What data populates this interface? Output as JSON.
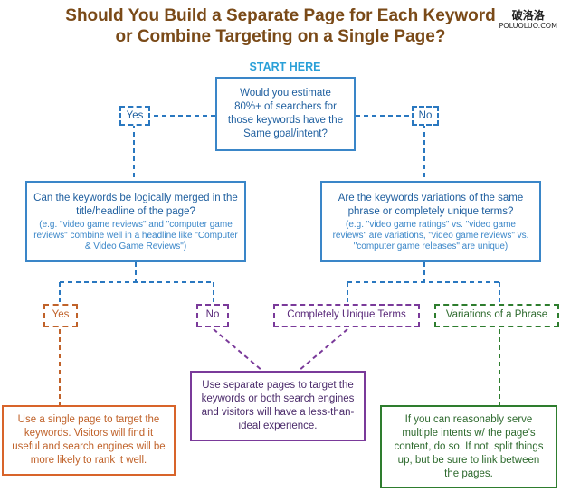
{
  "title": {
    "line1": "Should You Build a Separate Page for Each Keyword",
    "line2": "or Combine Targeting on a Single Page?"
  },
  "watermark": {
    "line1": "破洛洛",
    "line2": "POLUOLUO.COM"
  },
  "start_label": "START HERE",
  "q1": {
    "text": "Would you estimate 80%+ of searchers for those keywords have the Same goal/intent?"
  },
  "q1_yes": "Yes",
  "q1_no": "No",
  "q2": {
    "text": "Can the keywords be logically merged in the title/headline of the page?",
    "example": "(e.g. \"video game reviews\" and \"computer game reviews\" combine well in a headline like \"Computer & Video Game Reviews\")"
  },
  "q3": {
    "text": "Are the keywords variations of the same phrase or completely unique terms?",
    "example": "(e.g. \"video game ratings\" vs. \"video game reviews\" are variations, \"video game reviews\" vs. \"computer game releases\" are unique)"
  },
  "q2_yes": "Yes",
  "q2_no": "No",
  "q3_unique": "Completely Unique Terms",
  "q3_variation": "Variations of a Phrase",
  "result_single": "Use a single page to target the keywords. Visitors will find it useful and search engines will be more likely to rank it well.",
  "result_separate": "Use separate pages to target the keywords or both search engines and visitors will have a less-than-ideal experience.",
  "result_variation": "If you can reasonably serve multiple intents w/ the page's content, do so. If not, split things up, but be sure to link between the pages.",
  "colors": {
    "title": "#7a4a18",
    "start": "#2aa0d8",
    "blue": "#2a78c0",
    "orange": "#c0622a",
    "purple": "#7a3a9a",
    "green": "#2e7d2e"
  }
}
